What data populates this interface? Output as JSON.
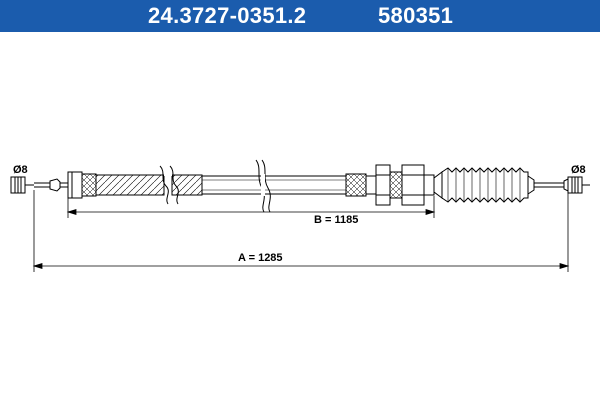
{
  "header": {
    "part_number": "24.3727-0351.2",
    "reference_number": "580351"
  },
  "diagram": {
    "left_end_label": "Ø8",
    "right_end_label": "Ø8",
    "dimension_b_label": "B = 1185",
    "dimension_a_label": "A = 1285"
  },
  "colors": {
    "header_background": "#1b5cad",
    "header_text": "#ffffff",
    "line": "#000000"
  }
}
